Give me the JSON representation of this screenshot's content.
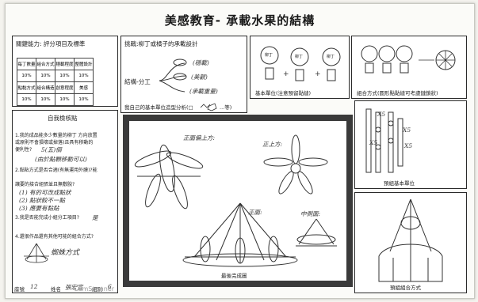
{
  "title": "美感教育- 承載水果的結構",
  "left_panel": {
    "heading": "關鍵能力: 評分項目及標準",
    "score_table": [
      [
        "每丁數量",
        "組合方式",
        "穩載程度",
        "整體設計"
      ],
      [
        "10%",
        "10%",
        "10%",
        "10%"
      ],
      [
        "點黏方式",
        "組合構造",
        "創意程度",
        "美感"
      ],
      [
        "10%",
        "10%",
        "10%",
        "10%"
      ]
    ]
  },
  "challenge": {
    "heading": "挑戰:柳丁或橘子的承載設計",
    "division_label": "結構-分工",
    "branches": [
      "(穩載)",
      "(美觀)",
      "(承載重量)"
    ],
    "shape_analysis": "我自己的基本單位造型分析(□",
    "shape_analysis_end": "...等)"
  },
  "unit_box": {
    "caption": "基本單位(注意預留黏縫)",
    "circle_labels": [
      "柳丁",
      "柳丁",
      "柳丁"
    ]
  },
  "combo_box": {
    "caption": "組合方式(圓形點黏縫可考慮鏈鎖狀)"
  },
  "self_check": {
    "heading": "自我檢核點",
    "q1": "1.我的成品能多少數量的柳丁 方向放置",
    "q1b": "或原則不會損壞或掉落)且具有移動的",
    "q1c": "便利性?",
    "a1a": "5(五)個",
    "a1b": "(由於點顆移動可以)",
    "q2": "2.黏貼方式是否合適(有無運用外膜)?能",
    "q2b": "讓要的接合組張並且無敷脫?",
    "a2a": "(1) 有的可改成點狀",
    "a2b": "(2) 點狀較不一點",
    "a2c": "(3) 應要有黏貼",
    "q3": "3.我是否能完成小組分工項目?",
    "a3": "是",
    "q4": "4.還很作品還有其他可能的組合方式?",
    "a4": "蜘蛛方式",
    "seat_label": "座號",
    "seat_value": "12",
    "name_label": "姓名",
    "name_value": "張宏宣",
    "group_label": "組別",
    "group_value": "6"
  },
  "main_drawing": {
    "annotations": [
      "正面偏上方:",
      "正上方:",
      "正面:",
      "中側面:"
    ],
    "caption": "最後完成圖"
  },
  "right_upper": {
    "caption": "預組基本單位",
    "marks": [
      "X5",
      "X5",
      "X5",
      "X5"
    ]
  },
  "right_lower": {
    "caption": "預組組合方式"
  },
  "watermark": "CamScanner"
}
